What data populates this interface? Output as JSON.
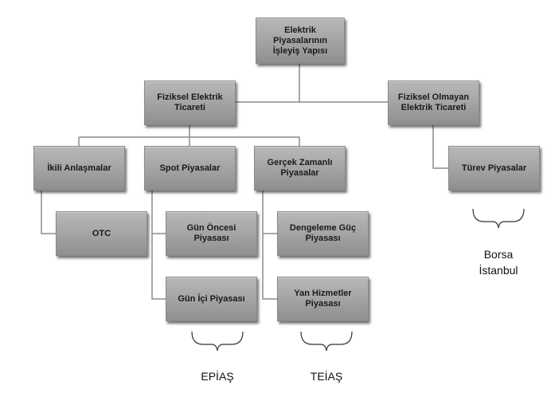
{
  "diagram": {
    "root": "Elektrik Piyasalarının İşleyiş Yapısı",
    "physical": "Fiziksel Elektrik Ticareti",
    "non_physical": "Fiziksel Olmayan Elektrik Ticareti",
    "bilateral": "İkili Anlaşmalar",
    "spot": "Spot Piyasalar",
    "realtime": "Gerçek Zamanlı Piyasalar",
    "derivatives": "Türev Piyasalar",
    "otc": "OTC",
    "day_ahead": "Gün Öncesi Piyasası",
    "intraday": "Gün İçi Piyasası",
    "balancing": "Dengeleme Güç Piyasası",
    "ancillary": "Yan Hizmetler Piyasası"
  },
  "captions": {
    "epias": "EPİAŞ",
    "teias": "TEİAŞ",
    "borsa_line1": "Borsa",
    "borsa_line2": "İstanbul"
  },
  "colors": {
    "box_fill": "#a2a2a2",
    "connector": "#8c8c8c",
    "text": "#1a1a1a"
  }
}
